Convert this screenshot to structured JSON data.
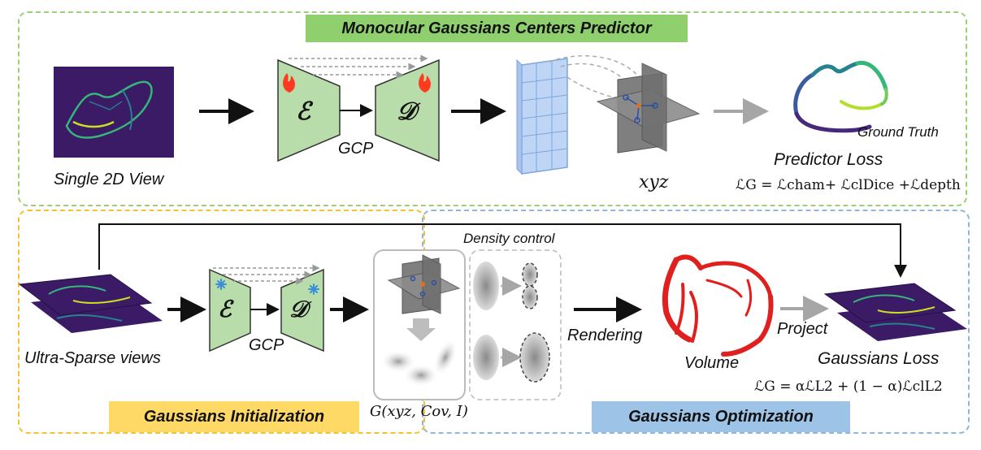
{
  "top_section": {
    "title": "Monocular Gaussians Centers Predictor",
    "input_label": "Single 2D View",
    "gcp_label": "GCP",
    "encoder_symbol": "ℰ",
    "decoder_symbol": "𝒟",
    "xyz_label": "xyz",
    "ground_truth_label": "Ground Truth",
    "loss_title": "Predictor Loss",
    "loss_formula": "ℒG = ℒcham+ ℒclDice +ℒdepth"
  },
  "bottom_section": {
    "input_label": "Ultra-Sparse views",
    "gcp_label": "GCP",
    "encoder_symbol": "ℰ",
    "decoder_symbol": "𝒟",
    "density_label": "Density control",
    "gaussian_label": "G(xyz, Cov, I)",
    "rendering_label": "Rendering",
    "volume_label": "Volume",
    "project_label": "Project",
    "loss_title": "Gaussians Loss",
    "loss_formula": "ℒG = αℒL2 + (1 − α)ℒclL2",
    "init_banner": "Gaussians Initialization",
    "opt_banner": "Gaussians Optimization"
  },
  "colors": {
    "green_border": "#9ccf7a",
    "green_banner": "#8fcf6e",
    "yellow_border": "#f2c230",
    "yellow_banner": "#ffd966",
    "blue_border": "#8fb6dd",
    "blue_banner": "#9dc3e6",
    "trapezoid_fill": "#b9dcab",
    "vessel_red": "#e0201e",
    "view_purple": "#3b1a66"
  },
  "icons": [
    "fire-icon",
    "snowflake-icon"
  ]
}
